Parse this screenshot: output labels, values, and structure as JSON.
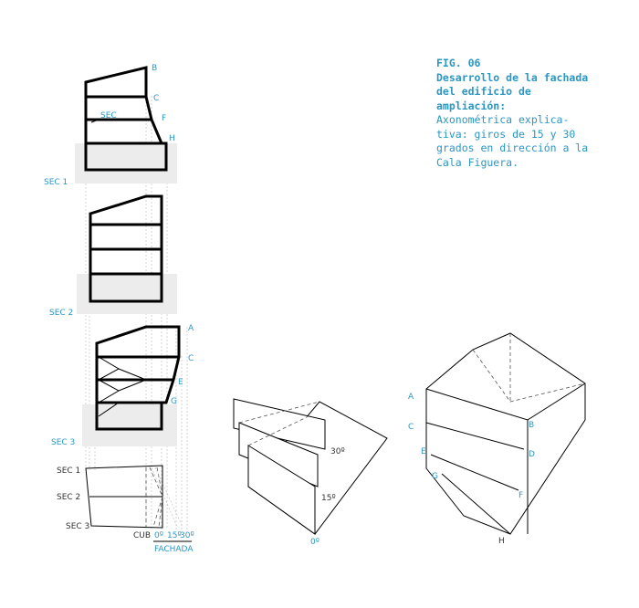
{
  "caption": {
    "number": "FIG. 06",
    "title": "Desarrollo de la fachada del edificio de ampliación:",
    "description": "Axonométrica explica-tiva: giros de 15 y 30 grados en dirección a la Cala Figuera."
  },
  "labels": {
    "sec1": "SEC 1",
    "sec2": "SEC 2",
    "sec3": "SEC 3",
    "sec": "SEC",
    "cub": "CUB",
    "fachada": "FACHADA",
    "deg0": "0º",
    "deg15": "15º",
    "deg30": "30º",
    "points": {
      "A": "A",
      "B": "B",
      "C": "C",
      "D": "D",
      "E": "E",
      "F": "F",
      "G": "G",
      "H": "H"
    }
  }
}
